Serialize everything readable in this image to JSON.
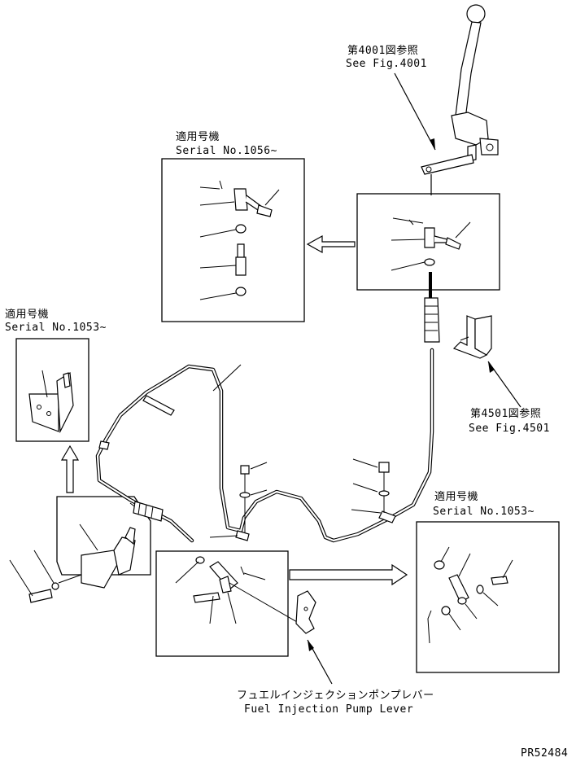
{
  "labels": {
    "ref_4001_jp": "第4001図参照",
    "ref_4001_en": "See Fig.4001",
    "serial_1056_jp": "適用号機",
    "serial_1056_en": "Serial No.1056~",
    "serial_1053_left_jp": "適用号機",
    "serial_1053_left_en": "Serial No.1053~",
    "ref_4501_jp": "第4501図参照",
    "ref_4501_en": "See Fig.4501",
    "serial_1053_right_jp": "適用号機",
    "serial_1053_right_en": "Serial No.1053~",
    "pump_lever_jp": "フュエルインジェクションポンプレバー",
    "pump_lever_en": "Fuel Injection Pump Lever",
    "drawing_number": "PR52484"
  },
  "colors": {
    "ink": "#000000",
    "paper": "#ffffff"
  }
}
